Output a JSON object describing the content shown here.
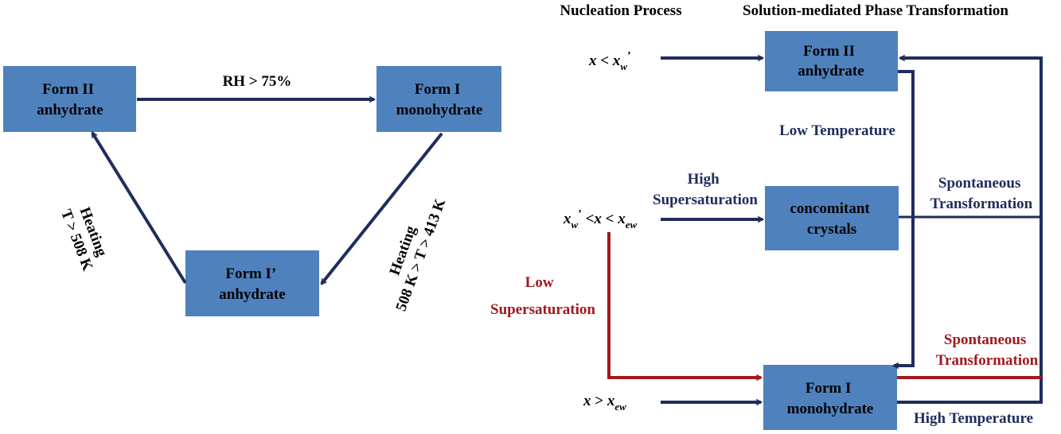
{
  "colors": {
    "box_fill": "#4f81bd",
    "box_fill_light": "#5b86c5",
    "arrow_navy": "#1f2d5c",
    "arrow_red": "#a0191e",
    "label_navy": "#1f2d5c",
    "label_red": "#a0191e",
    "text_black": "#000000"
  },
  "left_cycle": {
    "form2": {
      "line1": "Form II",
      "line2": "anhydrate"
    },
    "form1": {
      "line1": "Form I",
      "line2": "monohydrate"
    },
    "form1p": {
      "line1": "Form I’",
      "line2": "anhydrate"
    },
    "rh_label": "RH > 75%",
    "heat_left": {
      "line1": "Heating",
      "line2": "T > 508 K"
    },
    "heat_right": {
      "line1": "Heating",
      "line2": "508 K > T > 413 K"
    }
  },
  "right_panel": {
    "headers": {
      "nucleation": "Nucleation Process",
      "transformation": "Solution-mediated Phase Transformation"
    },
    "boxes": {
      "form2": {
        "line1": "Form II",
        "line2": "anhydrate"
      },
      "concomitant": {
        "line1": "concomitant",
        "line2": "crystals"
      },
      "form1": {
        "line1": "Form I",
        "line2": "monohydrate"
      }
    },
    "conditions": {
      "c1": {
        "x": "x",
        "lt": " < ",
        "xw": "x",
        "sub": "w",
        "prime": "’"
      },
      "c2": {
        "xw": "x",
        "sub_w": "w",
        "prime": "’",
        "lt1": " <",
        "x": "x",
        "lt2": " < ",
        "xew": "x",
        "sub_ew": "ew"
      },
      "c3": {
        "x": "x",
        "gt": " > ",
        "xew": "x",
        "sub": "ew"
      }
    },
    "labels": {
      "low_temp": "Low Temperature",
      "high_sup": {
        "line1": "High",
        "line2": "Supersaturation"
      },
      "spont_navy": {
        "line1": "Spontaneous",
        "line2": "Transformation"
      },
      "low_sup": {
        "line1": "Low",
        "line2": "Supersaturation"
      },
      "spont_red": {
        "line1": "Spontaneous",
        "line2": "Transformation"
      },
      "high_temp": "High Temperature"
    }
  }
}
